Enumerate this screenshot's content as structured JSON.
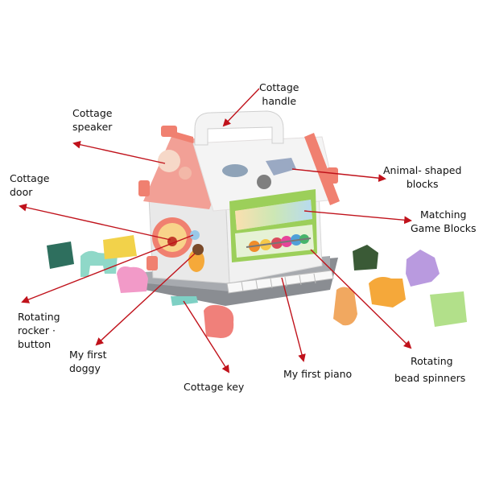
{
  "labels": {
    "cottage_handle": [
      "Cottage",
      "handle"
    ],
    "cottage_speaker": [
      "Cottage",
      "speaker"
    ],
    "cottage_door": [
      "Cottage",
      "door"
    ],
    "animal_blocks": [
      "Animal- shaped",
      "blocks"
    ],
    "matching_blocks": [
      "Matching",
      "Game Blocks"
    ],
    "rocker_button": [
      "Rotating",
      "rocker ·",
      "button"
    ],
    "first_doggy": [
      "My first",
      "doggy"
    ],
    "cottage_key": [
      "Cottage key"
    ],
    "first_piano": [
      "My first piano"
    ],
    "bead_spinners": [
      "Rotating",
      "bead spinners"
    ]
  },
  "colors": {
    "arrow": "#c0121b",
    "roof": "#f08070",
    "wall": "#f4f4f4",
    "base": "#8a8d92",
    "panel": "#9ccf5a"
  }
}
